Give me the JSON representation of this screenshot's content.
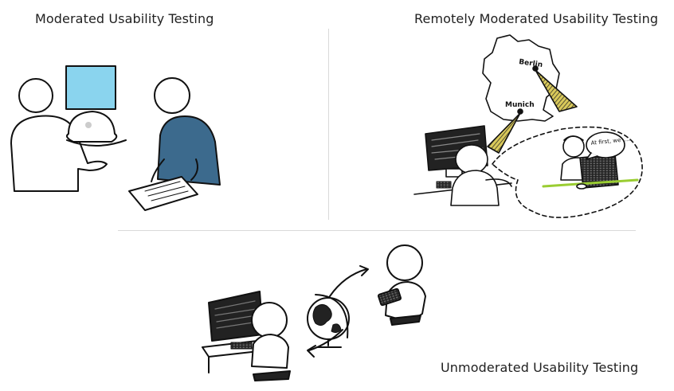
{
  "captions": {
    "moderated": "Moderated Usability Testing",
    "remote": "Remotely Moderated Usability Testing",
    "unmoderated": "Unmoderated Usability Testing"
  },
  "map_labels": {
    "berlin": "Berlin",
    "munich": "Munich"
  },
  "speech_bubble": "At first, we ....",
  "colors": {
    "screen_blue": "#8ad4ee",
    "shirt_blue": "#3c6a8d",
    "sketch": "#111111",
    "hatch_yellow": "#d9c95a"
  }
}
